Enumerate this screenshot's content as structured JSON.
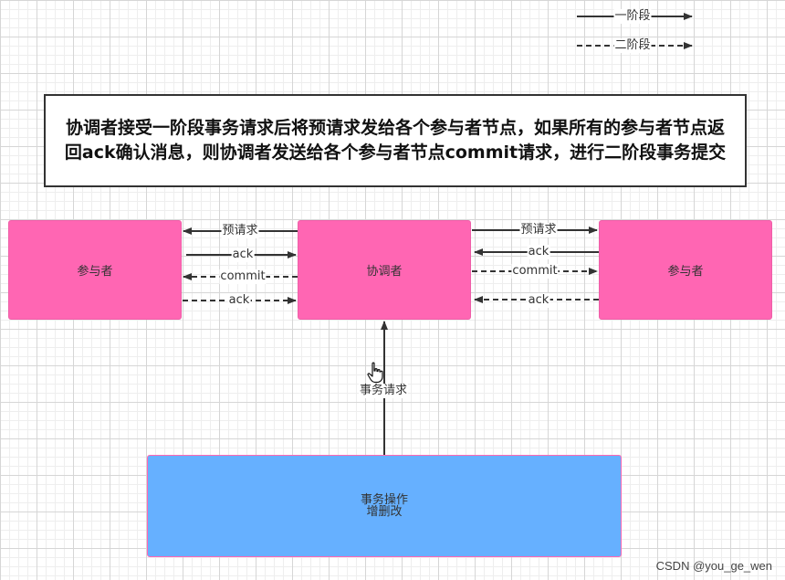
{
  "legend": {
    "phase1_label": "一阶段",
    "phase2_label": "二阶段"
  },
  "description": "协调者接受一阶段事务请求后将预请求发给各个参与者节点，如果所有的参与者节点返回ack确认消息，则协调者发送给各个参与者节点commit请求，进行二阶段事务提交",
  "nodes": {
    "participant_left": "参与者",
    "coordinator": "协调者",
    "participant_right": "参与者",
    "transaction_line1": "事务操作",
    "transaction_line2": "增删改"
  },
  "edges": {
    "pre_request_left": "预请求",
    "ack_left": "ack",
    "commit_left": "commit",
    "ack2_left": "ack",
    "pre_request_right": "预请求",
    "ack_right": "ack",
    "commit_right": "commit",
    "ack2_right": "ack",
    "transaction_request": "事务请求"
  },
  "watermark": "CSDN @you_ge_wen",
  "colors": {
    "participant": "#ff66b3",
    "coordinator": "#ff66b3",
    "transaction": "#66b0ff",
    "arrow": "#333333"
  }
}
